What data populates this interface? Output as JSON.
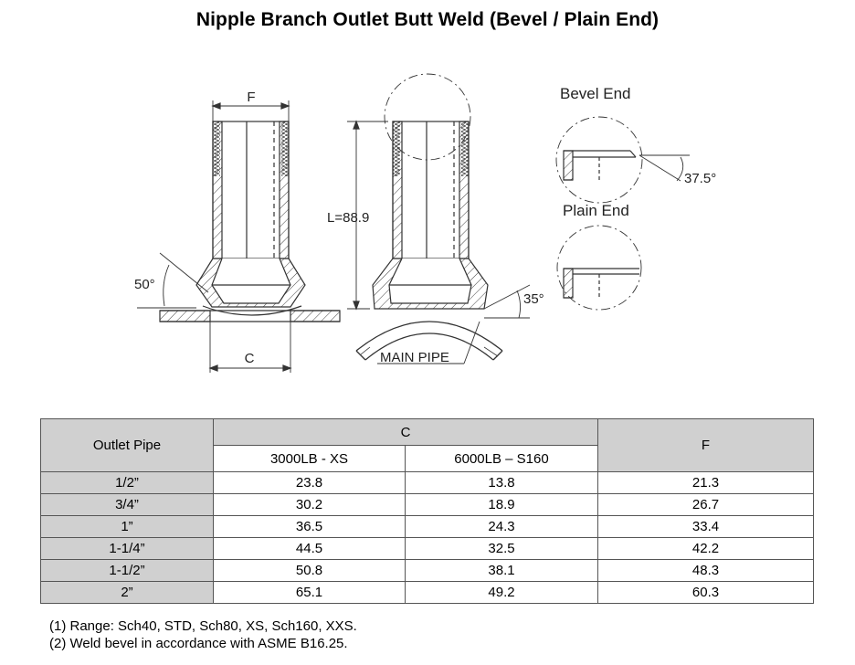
{
  "title": "Nipple Branch Outlet Butt Weld (Bevel / Plain End)",
  "drawing": {
    "dim_f": "F",
    "dim_c": "C",
    "dim_l": "L=88.9",
    "angle_50": "50°",
    "angle_35": "35°",
    "angle_37": "37.5°",
    "main_pipe": "MAIN PIPE",
    "bevel_end": "Bevel End",
    "plain_end": "Plain End"
  },
  "table": {
    "col_outlet": "Outlet Pipe",
    "col_c": "C",
    "col_c_3000": "3000LB - XS",
    "col_c_6000": "6000LB – S160",
    "col_f": "F",
    "rows": [
      {
        "size": "1/2”",
        "c3000": "23.8",
        "c6000": "13.8",
        "f": "21.3"
      },
      {
        "size": "3/4”",
        "c3000": "30.2",
        "c6000": "18.9",
        "f": "26.7"
      },
      {
        "size": "1”",
        "c3000": "36.5",
        "c6000": "24.3",
        "f": "33.4"
      },
      {
        "size": "1-1/4”",
        "c3000": "44.5",
        "c6000": "32.5",
        "f": "42.2"
      },
      {
        "size": "1-1/2”",
        "c3000": "50.8",
        "c6000": "38.1",
        "f": "48.3"
      },
      {
        "size": "2”",
        "c3000": "65.1",
        "c6000": "49.2",
        "f": "60.3"
      }
    ]
  },
  "notes": [
    "(1)  Range: Sch40, STD, Sch80, XS, Sch160, XXS.",
    "(2)  Weld bevel in accordance with ASME B16.25."
  ]
}
